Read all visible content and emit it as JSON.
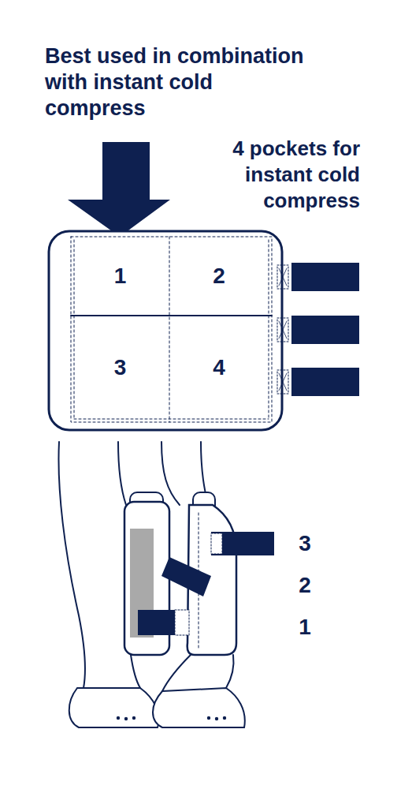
{
  "diagram": {
    "title": "Best used in combination with instant cold compress",
    "nodes": [
      {
        "text": [
          "1"
        ]
      },
      {
        "text": [
          "2"
        ]
      },
      {
        "text": [
          "3"
        ]
      },
      {
        "text": [
          "4"
        ]
      }
    ],
    "labels": [
      "4 pockets for instant cold compress",
      "3",
      "2",
      "1"
    ]
  }
}
